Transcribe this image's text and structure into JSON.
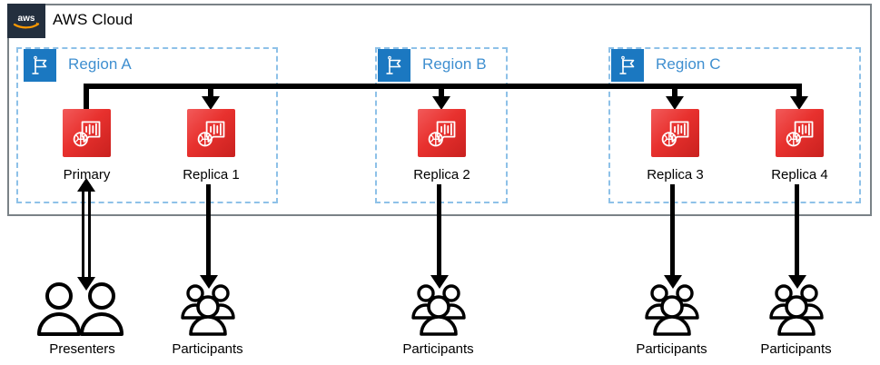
{
  "diagram": {
    "title": "AWS Cloud",
    "cloud": {
      "label": "AWS Cloud",
      "logo_icon": "aws-logo-icon",
      "border_color": "#7a8287",
      "logo_background": "#232f3e"
    },
    "regions": [
      {
        "id": "region-a",
        "label": "Region A",
        "icon": "region-flag-icon",
        "badge_color": "#1b78c1",
        "label_color": "#3f8fd0"
      },
      {
        "id": "region-b",
        "label": "Region B",
        "icon": "region-flag-icon",
        "badge_color": "#1b78c1",
        "label_color": "#3f8fd0"
      },
      {
        "id": "region-c",
        "label": "Region C",
        "icon": "region-flag-icon",
        "badge_color": "#1b78c1",
        "label_color": "#3f8fd0"
      }
    ],
    "nodes": [
      {
        "id": "primary",
        "label": "Primary",
        "icon": "transcribe-brain-speech-icon",
        "color": "#e8312e",
        "region": "Region A"
      },
      {
        "id": "replica-1",
        "label": "Replica 1",
        "icon": "transcribe-brain-speech-icon",
        "color": "#e8312e",
        "region": "Region A"
      },
      {
        "id": "replica-2",
        "label": "Replica 2",
        "icon": "transcribe-brain-speech-icon",
        "color": "#e8312e",
        "region": "Region B"
      },
      {
        "id": "replica-3",
        "label": "Replica 3",
        "icon": "transcribe-brain-speech-icon",
        "color": "#e8312e",
        "region": "Region C"
      },
      {
        "id": "replica-4",
        "label": "Replica 4",
        "icon": "transcribe-brain-speech-icon",
        "color": "#e8312e",
        "region": "Region C"
      }
    ],
    "actors": [
      {
        "id": "presenters",
        "label": "Presenters",
        "icon": "two-people-icon",
        "count": 2,
        "connection": "bidirectional",
        "connects_to": "Primary"
      },
      {
        "id": "participants-1",
        "label": "Participants",
        "icon": "three-people-icon",
        "count": 3,
        "connection": "downstream",
        "connects_to": "Replica 1"
      },
      {
        "id": "participants-2",
        "label": "Participants",
        "icon": "three-people-icon",
        "count": 3,
        "connection": "downstream",
        "connects_to": "Replica 2"
      },
      {
        "id": "participants-3",
        "label": "Participants",
        "icon": "three-people-icon",
        "count": 3,
        "connection": "downstream",
        "connects_to": "Replica 3"
      },
      {
        "id": "participants-4",
        "label": "Participants",
        "icon": "three-people-icon",
        "count": 3,
        "connection": "downstream",
        "connects_to": "Replica 4"
      }
    ],
    "connectors": {
      "replication_bus": "Primary fans out to Replica 1, Replica 2, Replica 3 and Replica 4",
      "stroke_color": "#000000"
    }
  }
}
